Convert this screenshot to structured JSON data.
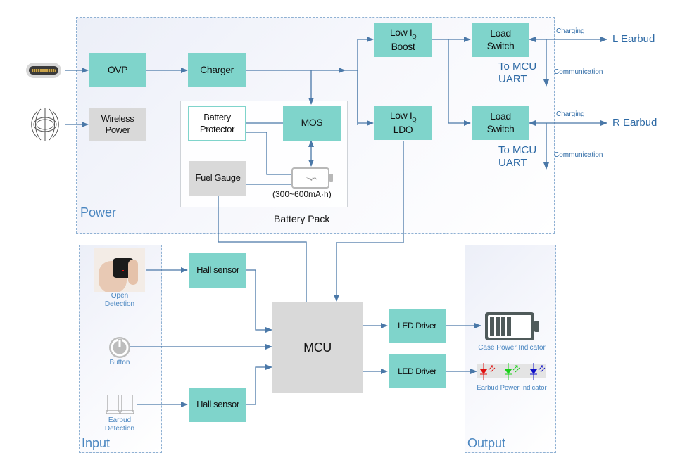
{
  "regions": {
    "power": "Power",
    "input": "Input",
    "output": "Output",
    "battery_pack": "Battery Pack"
  },
  "blocks": {
    "ovp": "OVP",
    "charger": "Charger",
    "wireless_power_line1": "Wireless",
    "wireless_power_line2": "Power",
    "low_iq_boost_prefix": "Low I",
    "low_iq_boost_sub": "Q",
    "low_iq_boost_line2": "Boost",
    "low_iq_ldo_prefix": "Low I",
    "low_iq_ldo_sub": "Q",
    "low_iq_ldo_line2": "LDO",
    "load_switch_l_line1": "Load",
    "load_switch_l_line2": "Switch",
    "load_switch_r_line1": "Load",
    "load_switch_r_line2": "Switch",
    "battery_protector_line1": "Battery",
    "battery_protector_line2": "Protector",
    "mos": "MOS",
    "fuel_gauge": "Fuel Gauge",
    "battery_capacity": "(300~600mA·h)",
    "hall_sensor_top": "Hall sensor",
    "hall_sensor_bottom": "Hall sensor",
    "mcu": "MCU",
    "led_driver_top": "LED Driver",
    "led_driver_bottom": "LED Driver"
  },
  "connections": {
    "charging_l": "Charging",
    "communication_l": "Communication",
    "to_mcu_l_line1": "To MCU",
    "to_mcu_l_line2": "UART",
    "l_earbud": "L Earbud",
    "charging_r": "Charging",
    "communication_r": "Communication",
    "to_mcu_r_line1": "To MCU",
    "to_mcu_r_line2": "UART",
    "r_earbud": "R Earbud"
  },
  "inputs": {
    "open_detection_line1": "Open",
    "open_detection_line2": "Detection",
    "button": "Button",
    "earbud_detection_line1": "Earbud",
    "earbud_detection_line2": "Detection"
  },
  "outputs": {
    "case_power_indicator": "Case Power Indicator",
    "earbud_power_indicator": "Earbud Power Indicator"
  },
  "colors": {
    "block_teal": "#7fd4cb",
    "block_gray": "#d9d9d9",
    "wire_blue": "#4a78a8",
    "label_blue": "#4a86c0",
    "led_red": "#e01010",
    "led_green": "#19d019",
    "led_blue": "#1010c8"
  }
}
